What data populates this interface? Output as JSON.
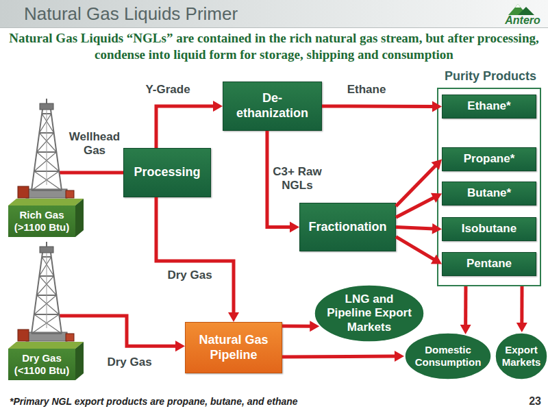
{
  "diagram": {
    "title": "Natural Gas Liquids Primer",
    "nodes": [
      {
        "text": [
          "Rich Gas (>1100 Btu)"
        ]
      },
      {
        "text": [
          "Processing"
        ]
      },
      {
        "text": [
          "De- ethanization"
        ]
      },
      {
        "text": [
          "Purity Products"
        ]
      },
      {
        "text": [
          "Ethane*"
        ],
        "in": 3
      },
      {
        "text": [
          "Propane*"
        ],
        "in": 3
      },
      {
        "text": [
          "Butane*"
        ],
        "in": 3
      },
      {
        "text": [
          "Isobutane"
        ],
        "in": 3
      },
      {
        "text": [
          "Pentane"
        ],
        "in": 3
      },
      {
        "text": [
          "Fractionation"
        ]
      },
      {
        "text": [
          "Dry Gas (<1100 Btu)"
        ]
      },
      {
        "text": [
          "Natural Gas Pipeline"
        ]
      },
      {
        "text": [
          "LNG and Pipeline Export Markets"
        ]
      },
      {
        "text": [
          "Domestic Consumption"
        ]
      },
      {
        "text": [
          "Export Markets"
        ]
      }
    ],
    "edges": [
      {
        "from": 0,
        "to": 1,
        "label": "Wellhead Gas",
        "arrow": "none"
      },
      {
        "from": 1,
        "to": 2,
        "label": "Y-Grade",
        "arrow": "to"
      },
      {
        "from": 2,
        "to": 4,
        "label": "Ethane",
        "arrow": "to"
      },
      {
        "from": 2,
        "to": 9,
        "label": "C3+ Raw NGLs",
        "arrow": "to"
      },
      {
        "from": 9,
        "to": 5,
        "arrow": "to"
      },
      {
        "from": 9,
        "to": 6,
        "arrow": "to"
      },
      {
        "from": 9,
        "to": 7,
        "arrow": "to"
      },
      {
        "from": 9,
        "to": 8,
        "arrow": "to"
      },
      {
        "from": 1,
        "to": 11,
        "label": "Dry Gas",
        "arrow": "to"
      },
      {
        "from": 10,
        "to": 11,
        "label": "Dry Gas",
        "arrow": "to"
      },
      {
        "from": 11,
        "to": 12,
        "arrow": "to"
      },
      {
        "from": 11,
        "to": 13,
        "arrow": "to"
      },
      {
        "from": 3,
        "to": 13,
        "arrow": "to"
      },
      {
        "from": 3,
        "to": 14,
        "arrow": "to"
      }
    ],
    "labels": [
      "Antero",
      "Natural Gas Liquids “NGLs” are contained in the rich natural gas stream, but after processing, condense into liquid form for storage, shipping and consumption",
      "*Primary NGL export products are propane, butane, and ethane",
      "23"
    ]
  }
}
